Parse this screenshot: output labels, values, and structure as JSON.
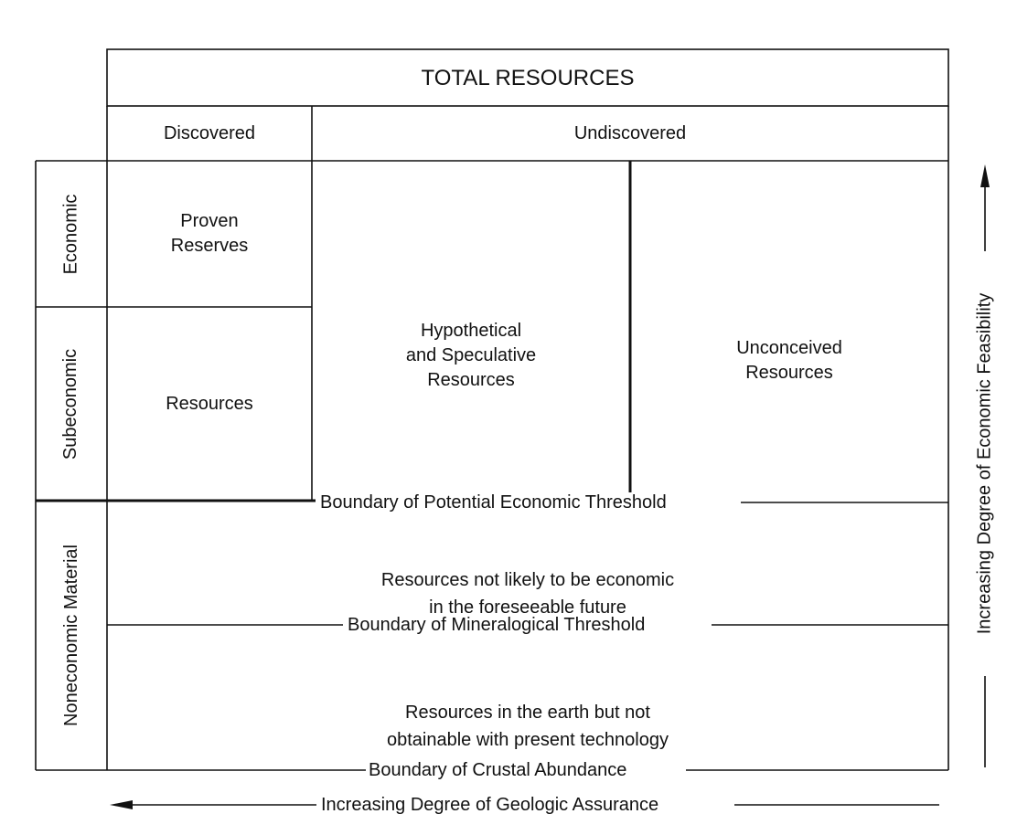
{
  "title": "TOTAL RESOURCES",
  "columns": {
    "discovered": "Discovered",
    "undiscovered": "Undiscovered"
  },
  "rows": {
    "economic": "Economic",
    "subeconomic": "Subeconomic",
    "noneconomic": "Noneconomic Material"
  },
  "cells": {
    "proven_reserves": "Proven\nReserves",
    "resources": "Resources",
    "hypothetical": "Hypothetical\nand Speculative\nResources",
    "unconceived": "Unconceived\nResources",
    "not_likely": "Resources not likely to be economic\nin the foreseeable future",
    "not_obtainable": "Resources in the earth but not\nobtainable with present technology"
  },
  "boundaries": {
    "economic_threshold": "Boundary of Potential Economic Threshold",
    "mineralogical": "Boundary of Mineralogical Threshold",
    "crustal": "Boundary of Crustal Abundance"
  },
  "axes": {
    "geologic": "Increasing Degree of Geologic Assurance",
    "economic": "Increasing Degree of Economic Feasibility"
  }
}
